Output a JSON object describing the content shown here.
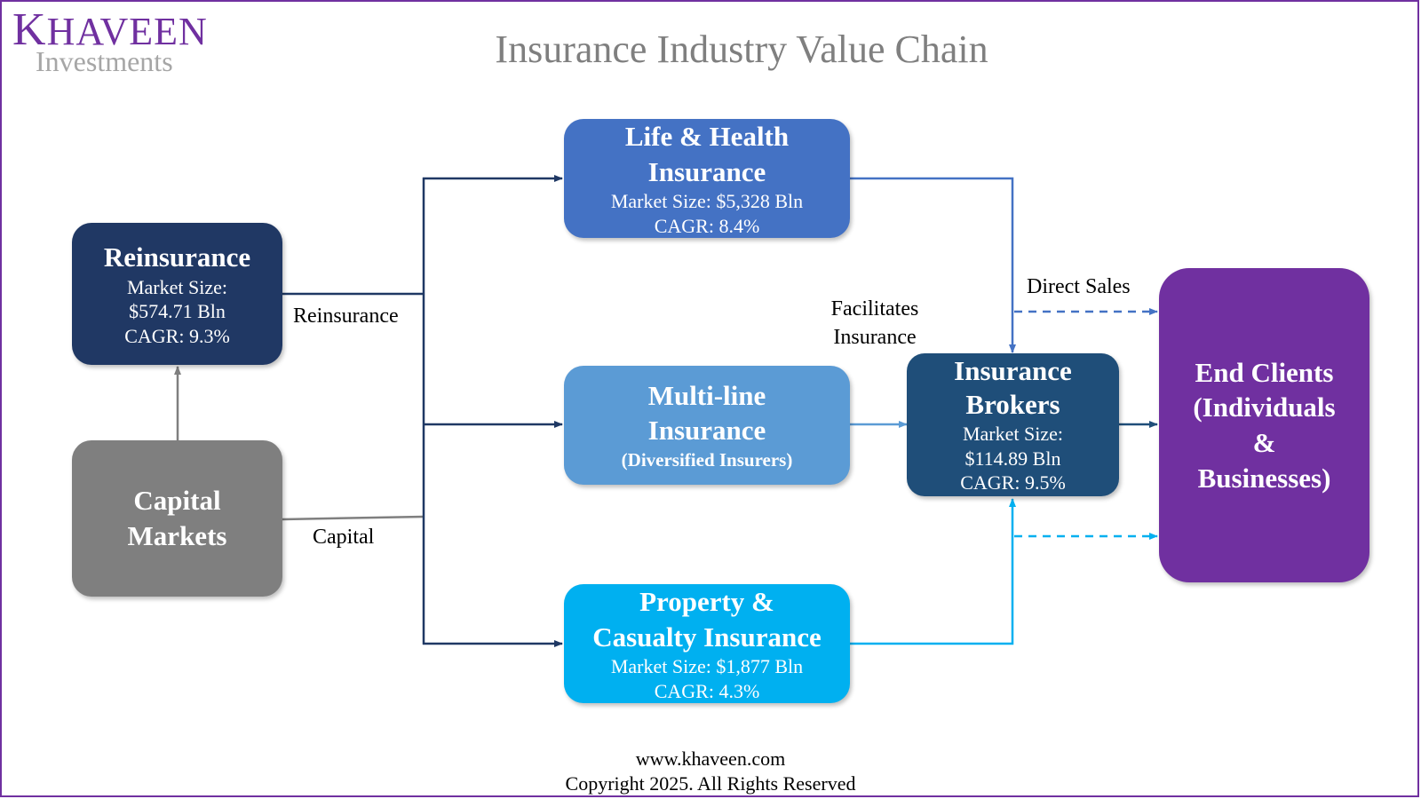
{
  "brand": {
    "logo_initial": "K",
    "logo_rest": "HAVEEN",
    "logo_sub": "Investments"
  },
  "title": "Insurance Industry Value Chain",
  "nodes": {
    "reinsurance": {
      "title": "Reinsurance",
      "lines": [
        "Market Size:",
        "$574.71 Bln",
        "CAGR: 9.3%"
      ]
    },
    "capital_markets": {
      "title_lines": [
        "Capital",
        "Markets"
      ]
    },
    "life_health": {
      "title_lines": [
        "Life & Health",
        "Insurance"
      ],
      "lines": [
        "Market Size: $5,328 Bln",
        "CAGR: 8.4%"
      ]
    },
    "multiline": {
      "title_lines": [
        "Multi-line",
        "Insurance"
      ],
      "subtitle": "(Diversified Insurers)"
    },
    "property_casualty": {
      "title_lines": [
        "Property &",
        "Casualty Insurance"
      ],
      "lines": [
        "Market Size: $1,877 Bln",
        "CAGR: 4.3%"
      ]
    },
    "brokers": {
      "title_lines": [
        "Insurance",
        "Brokers"
      ],
      "lines": [
        "Market Size:",
        "$114.89 Bln",
        "CAGR: 9.5%"
      ]
    },
    "end_clients": {
      "title_lines": [
        "End Clients",
        "(Individuals",
        "&",
        "Businesses)"
      ]
    }
  },
  "edge_labels": {
    "reinsurance": "Reinsurance",
    "capital": "Capital",
    "facilitates": [
      "Facilitates",
      "Insurance"
    ],
    "direct_sales": "Direct Sales"
  },
  "footer": {
    "url": "www.khaveen.com",
    "copyright": "Copyright 2025. All Rights Reserved"
  },
  "colors": {
    "brand_purple": "#7030a0",
    "reinsurance": "#203864",
    "capital_markets": "#7f7f7f",
    "life_health": "#4472c4",
    "multiline": "#5b9bd5",
    "property_casualty": "#00b0f0",
    "brokers": "#1f4e79",
    "end_clients": "#7030a0"
  }
}
